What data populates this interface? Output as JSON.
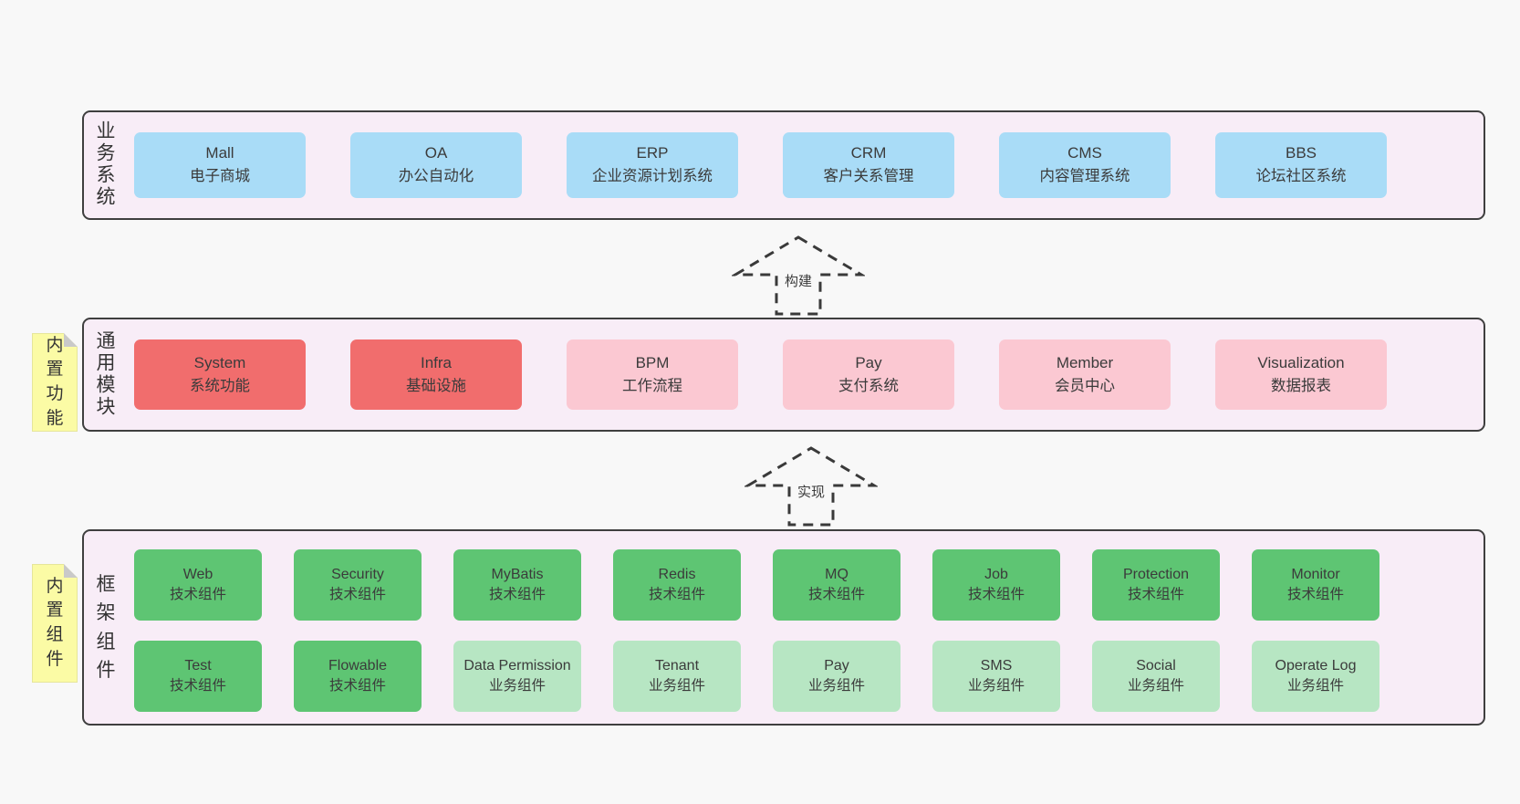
{
  "colors": {
    "page_bg": "#f8f8f8",
    "container_bg": "#f8edf7",
    "container_border": "#3f3f3f",
    "blue": "#a9dcf7",
    "red": "#f16d6d",
    "pink": "#fbc8d2",
    "green": "#5ec573",
    "light_green": "#b7e6c3",
    "note_yellow": "#fbfba5",
    "note_fold_gray": "#c9c9c9",
    "text": "#3b3b3b"
  },
  "bands": [
    {
      "label": "业务系统",
      "items": [
        {
          "name": "Mall",
          "desc": "电子商城",
          "variant": "blue"
        },
        {
          "name": "OA",
          "desc": "办公自动化",
          "variant": "blue"
        },
        {
          "name": "ERP",
          "desc": "企业资源计划系统",
          "variant": "blue"
        },
        {
          "name": "CRM",
          "desc": "客户关系管理",
          "variant": "blue"
        },
        {
          "name": "CMS",
          "desc": "内容管理系统",
          "variant": "blue"
        },
        {
          "name": "BBS",
          "desc": "论坛社区系统",
          "variant": "blue"
        }
      ]
    },
    {
      "label": "通用模块",
      "note": "内置功能",
      "items": [
        {
          "name": "System",
          "desc": "系统功能",
          "variant": "red"
        },
        {
          "name": "Infra",
          "desc": "基础设施",
          "variant": "red"
        },
        {
          "name": "BPM",
          "desc": "工作流程",
          "variant": "pink"
        },
        {
          "name": "Pay",
          "desc": "支付系统",
          "variant": "pink"
        },
        {
          "name": "Member",
          "desc": "会员中心",
          "variant": "pink"
        },
        {
          "name": "Visualization",
          "desc": "数据报表",
          "variant": "pink"
        }
      ]
    },
    {
      "label": "框架组件",
      "note": "内置组件",
      "items_top": [
        {
          "name": "Web",
          "desc": "技术组件",
          "variant": "green"
        },
        {
          "name": "Security",
          "desc": "技术组件",
          "variant": "green"
        },
        {
          "name": "MyBatis",
          "desc": "技术组件",
          "variant": "green"
        },
        {
          "name": "Redis",
          "desc": "技术组件",
          "variant": "green"
        },
        {
          "name": "MQ",
          "desc": "技术组件",
          "variant": "green"
        },
        {
          "name": "Job",
          "desc": "技术组件",
          "variant": "green"
        },
        {
          "name": "Protection",
          "desc": "技术组件",
          "variant": "green"
        },
        {
          "name": "Monitor",
          "desc": "技术组件",
          "variant": "green"
        }
      ],
      "items_bottom": [
        {
          "name": "Test",
          "desc": "技术组件",
          "variant": "green"
        },
        {
          "name": "Flowable",
          "desc": "技术组件",
          "variant": "green"
        },
        {
          "name": "Data Permission",
          "desc": "业务组件",
          "variant": "lightgreen"
        },
        {
          "name": "Tenant",
          "desc": "业务组件",
          "variant": "lightgreen"
        },
        {
          "name": "Pay",
          "desc": "业务组件",
          "variant": "lightgreen"
        },
        {
          "name": "SMS",
          "desc": "业务组件",
          "variant": "lightgreen"
        },
        {
          "name": "Social",
          "desc": "业务组件",
          "variant": "lightgreen"
        },
        {
          "name": "Operate Log",
          "desc": "业务组件",
          "variant": "lightgreen"
        }
      ]
    }
  ],
  "arrows": [
    {
      "label": "构建",
      "direction": "up"
    },
    {
      "label": "实现",
      "direction": "up"
    }
  ]
}
